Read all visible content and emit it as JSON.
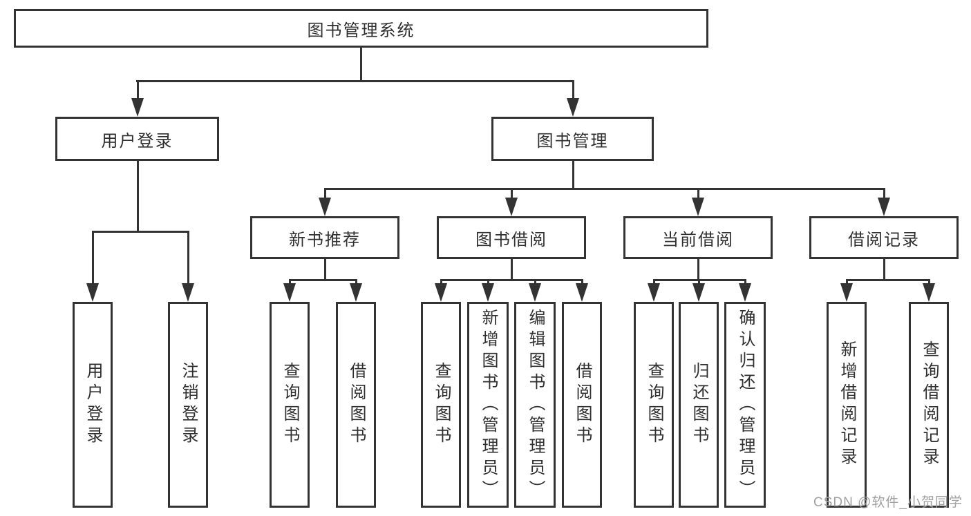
{
  "diagram": {
    "root": {
      "label": "图书管理系统"
    },
    "branches": {
      "user_login": {
        "label": "用户登录"
      },
      "book_mgmt": {
        "label": "图书管理"
      }
    },
    "modules": [
      {
        "label": "新书推荐"
      },
      {
        "label": "图书借阅"
      },
      {
        "label": "当前借阅"
      },
      {
        "label": "借阅记录"
      }
    ],
    "leaves": {
      "user_login": [
        "用户登录",
        "注销登录"
      ],
      "new_books": [
        "查询图书",
        "借阅图书"
      ],
      "book_borrow": [
        "查询图书",
        "新增图书（管理员）",
        "编辑图书（管理员）",
        "借阅图书"
      ],
      "current_borrow": [
        "查询图书",
        "归还图书",
        "确认归还（管理员）"
      ],
      "borrow_records": [
        "新增借阅记录",
        "查询借阅记录"
      ]
    }
  },
  "watermark": {
    "text": "CSDN @软件_小贺同学"
  },
  "colors": {
    "line": "#333333",
    "text": "#2f2f2f",
    "background": "#ffffff",
    "watermark": "#a0a0a0"
  }
}
